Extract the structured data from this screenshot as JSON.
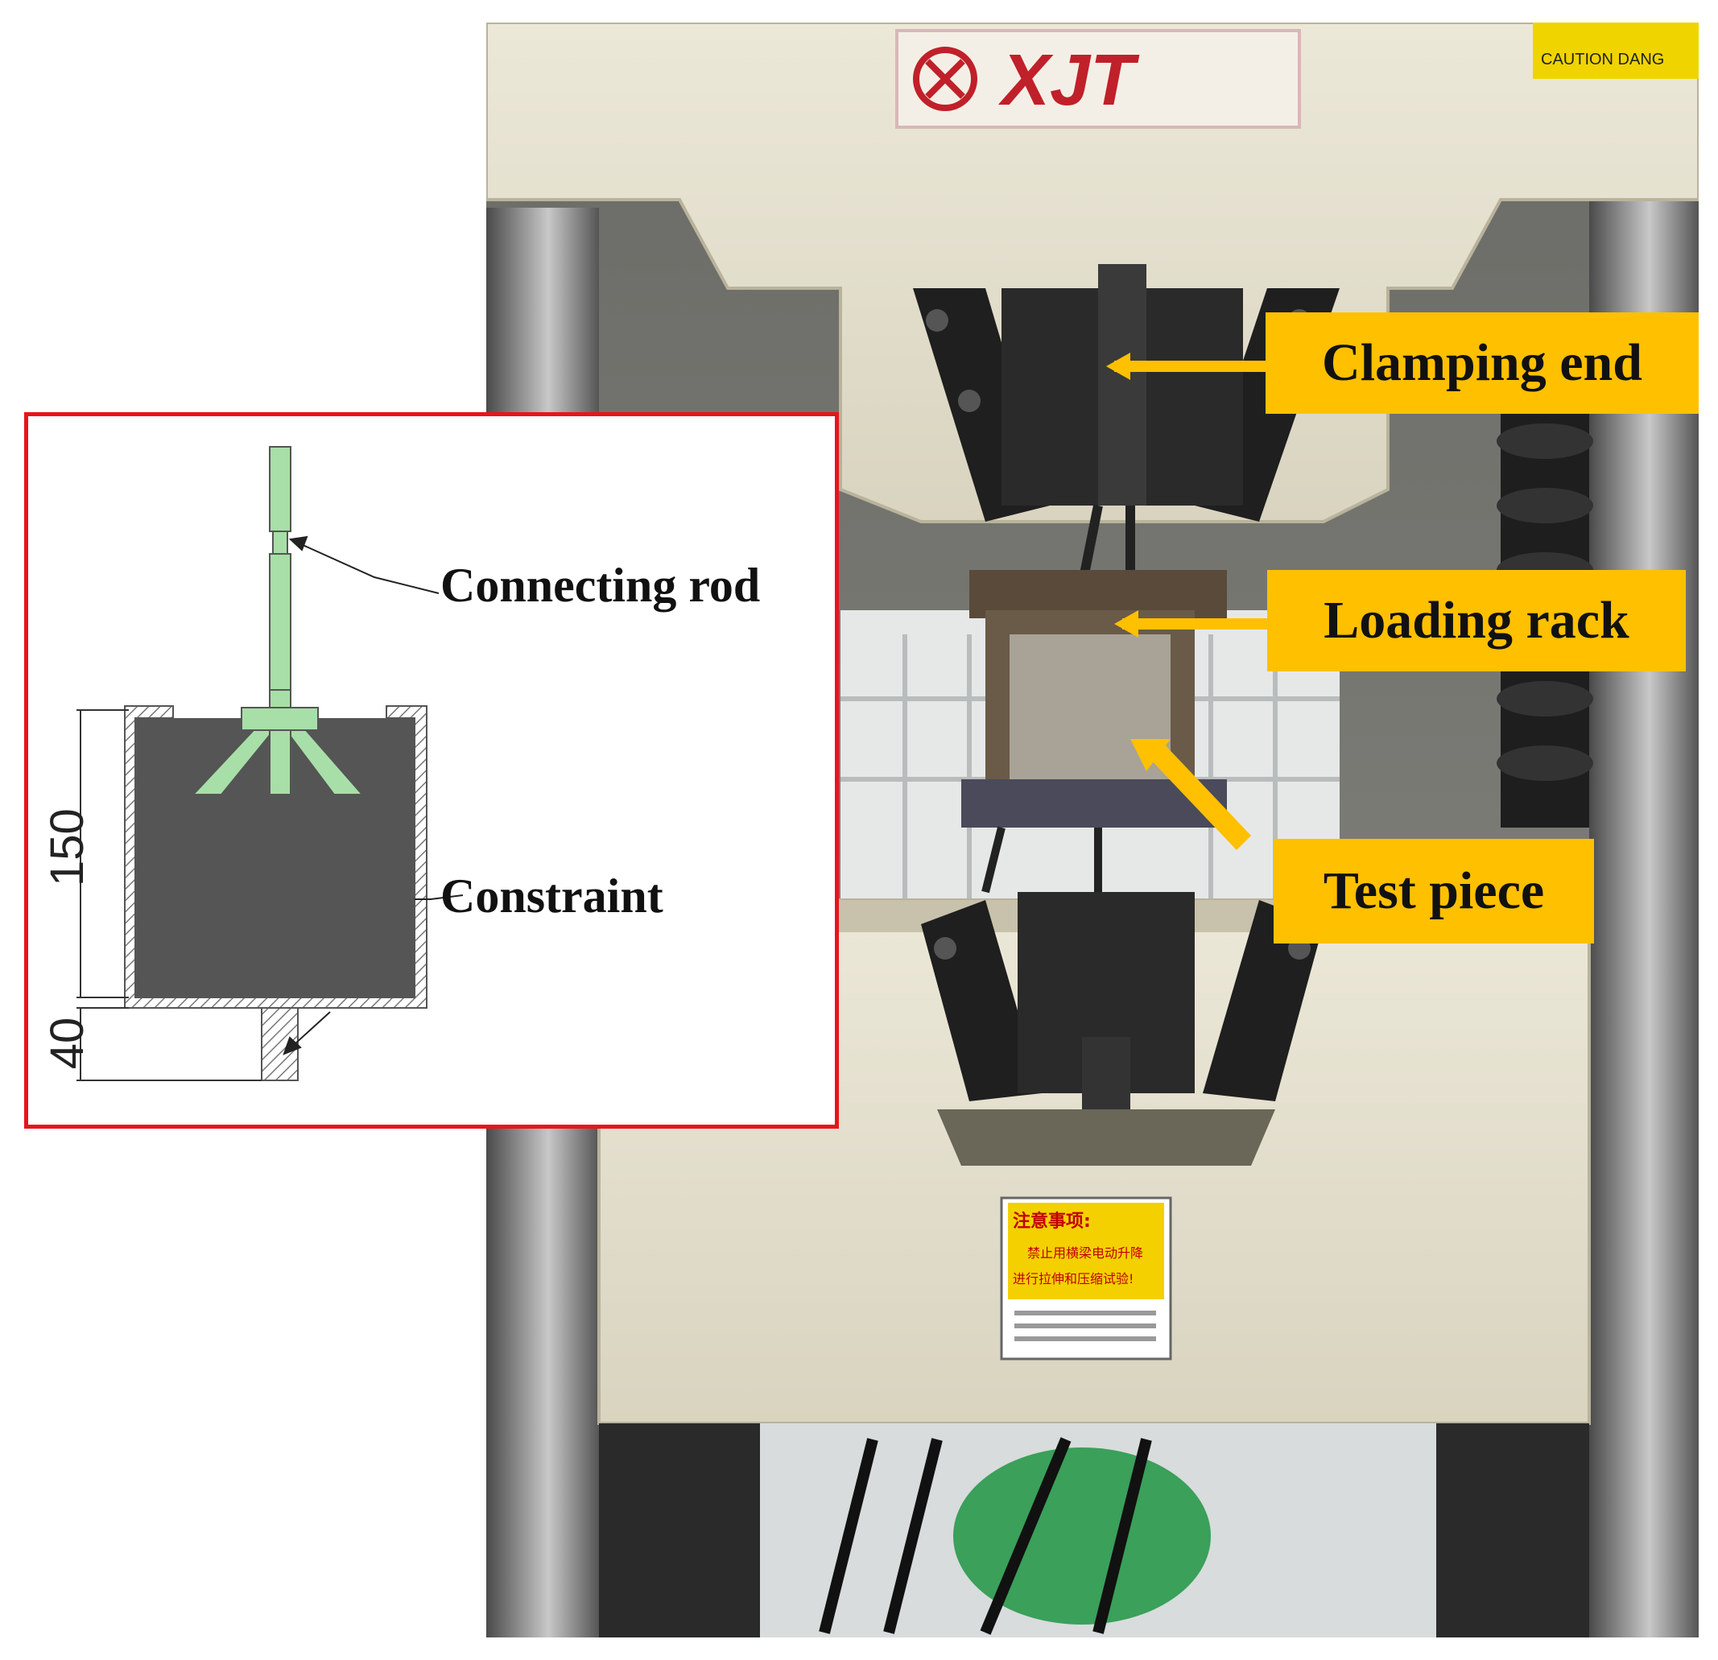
{
  "photo": {
    "callouts": {
      "clamping_end": "Clamping end",
      "loading_rack": "Loading rack",
      "test_piece": "Test piece"
    },
    "machine_brand": "XJT",
    "warning_top": "CAUTION DANG",
    "warning_sign": {
      "title": "注意事项:",
      "line1": "禁止用横梁电动升降",
      "line2": "进行拉伸和压缩试验!"
    }
  },
  "diagram": {
    "labels": {
      "connecting_rod": "Connecting rod",
      "constraint": "Constraint"
    },
    "dimensions": {
      "height_block": "150",
      "height_base": "40"
    }
  },
  "colors": {
    "callout_bg": "#ffc000",
    "inset_border": "#e8141c",
    "rod_green": "#a8dfa8",
    "block_gray": "#555555"
  }
}
